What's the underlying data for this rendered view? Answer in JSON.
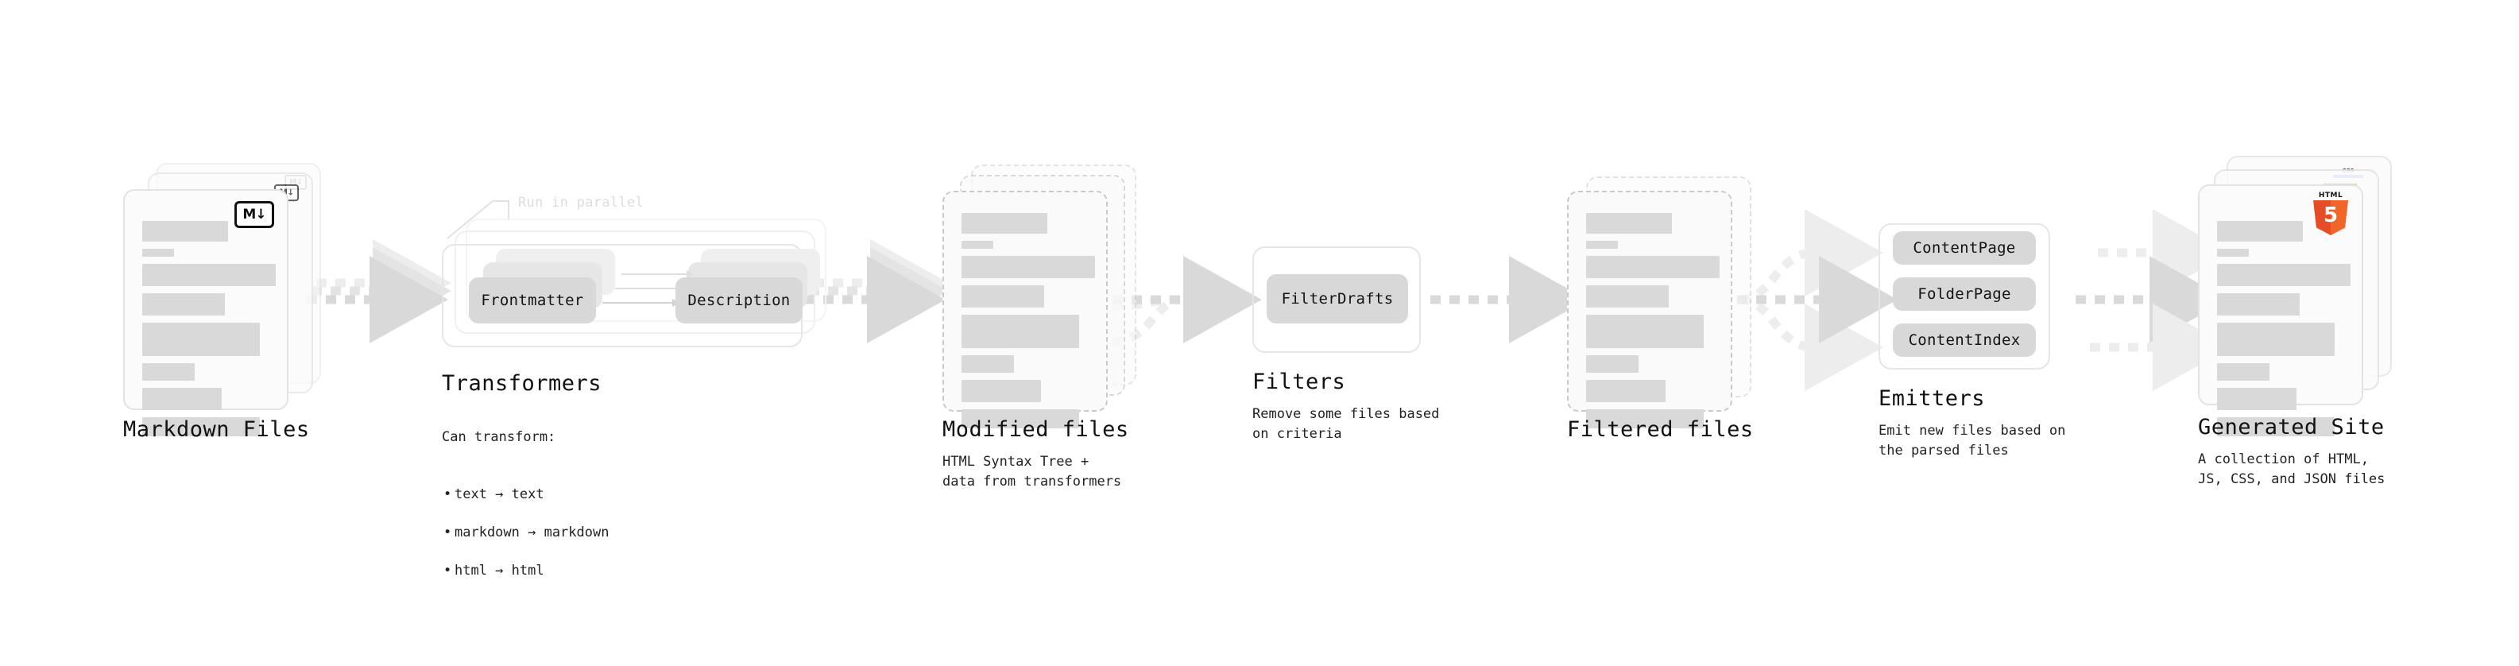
{
  "diagram": {
    "title_implied": "Quartz build pipeline",
    "background": "#ffffff",
    "accent_colors": {
      "bar_fill": "#d9d9d9",
      "chip_fill": "#d8d8d8",
      "panel_border": "#e6e6e6",
      "arrow_gray": "#dedede",
      "html5_orange": "#e44d26",
      "html5_orange_light": "#f16529",
      "js_yellow": "#f7df1e",
      "css_blue": "#264de4",
      "text_dark": "#111111",
      "muted_label": "#dcdcdc"
    }
  },
  "stages": [
    {
      "id": "markdown-files",
      "title": "Markdown Files",
      "subtitle": "",
      "icon": "markdown-badge",
      "badge_text": "M↓",
      "card_count": 3,
      "card_style": "solid"
    },
    {
      "id": "transformers",
      "title": "Transformers",
      "subtitle_lead": "Can transform:",
      "bullets": [
        "text → text",
        "markdown → markdown",
        "html → html"
      ],
      "annotation": "Run in parallel",
      "chips": [
        "Frontmatter",
        "Description"
      ],
      "layer_count": 3
    },
    {
      "id": "modified-files",
      "title": "Modified files",
      "subtitle": "HTML Syntax Tree +\ndata from transformers",
      "card_count": 3,
      "card_style": "dashed"
    },
    {
      "id": "filters",
      "title": "Filters",
      "subtitle": "Remove some files based\non criteria",
      "chips": [
        "FilterDrafts"
      ]
    },
    {
      "id": "filtered-files",
      "title": "Filtered files",
      "subtitle": "",
      "card_count": 2,
      "card_style": "dashed"
    },
    {
      "id": "emitters",
      "title": "Emitters",
      "subtitle": "Emit new files based on\nthe parsed files",
      "chips": [
        "ContentPage",
        "FolderPage",
        "ContentIndex"
      ]
    },
    {
      "id": "generated-site",
      "title": "Generated Site",
      "subtitle": "A collection of HTML,\nJS, CSS, and JSON files",
      "badges": [
        "html5-logo",
        "js-badge",
        "css-badge"
      ],
      "card_count": 3,
      "card_style": "solid"
    }
  ],
  "connectors": [
    {
      "id": "md-to-transformers",
      "kind": "triple-parallel-dashed-arrow"
    },
    {
      "id": "transformers-to-modified",
      "kind": "triple-parallel-dashed-arrow"
    },
    {
      "id": "modified-to-filters",
      "kind": "converging-dashed-arrow"
    },
    {
      "id": "filters-to-filtered",
      "kind": "single-dashed-arrow"
    },
    {
      "id": "filtered-to-emitters",
      "kind": "diverging-dashed-arrow"
    },
    {
      "id": "emitters-to-site",
      "kind": "triple-parallel-dashed-arrow"
    }
  ],
  "file_card_bars": [
    {
      "w": 108,
      "h": 26
    },
    {
      "w": 40,
      "h": 10
    },
    {
      "w": 168,
      "h": 28
    },
    {
      "w": 104,
      "h": 28
    },
    {
      "w": 148,
      "h": 42
    },
    {
      "w": 66,
      "h": 22
    },
    {
      "w": 100,
      "h": 28
    },
    {
      "w": 148,
      "h": 24
    }
  ]
}
